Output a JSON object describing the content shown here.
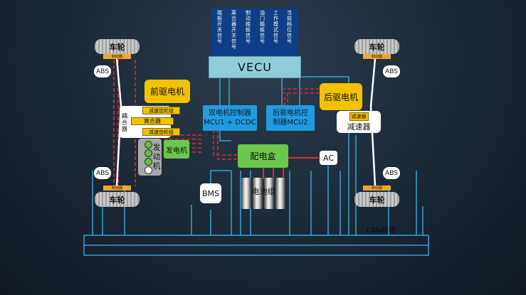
{
  "signals": [
    "踏板开关信号",
    "离合器开关信号",
    "制动踏板信号",
    "油门踏板信号",
    "工作模式信号",
    "当前档位信号"
  ],
  "vecu": "VECU",
  "front_motor": "前驱电机",
  "rear_motor": "后驱电机",
  "dual_controller": [
    "双电机控制器",
    "MCU1 + DCDC"
  ],
  "rear_controller": [
    "后驱电机控",
    "制器MCU2"
  ],
  "power_box": "配电盒",
  "ac": "AC",
  "bms": "BMS",
  "battery": "电池组",
  "generator": "发电机",
  "engine": "发动机",
  "coupler": "耦合器",
  "gear_top": "减速齿轮组",
  "clutch": "离合器",
  "gear_bottom": "减速齿轮组",
  "rear_reducer_top": "减速器",
  "rear_reducer": "减速器",
  "wheel": "车轮",
  "brake": "制动器",
  "abs": "ABS",
  "can_bus": "CAN总线"
}
